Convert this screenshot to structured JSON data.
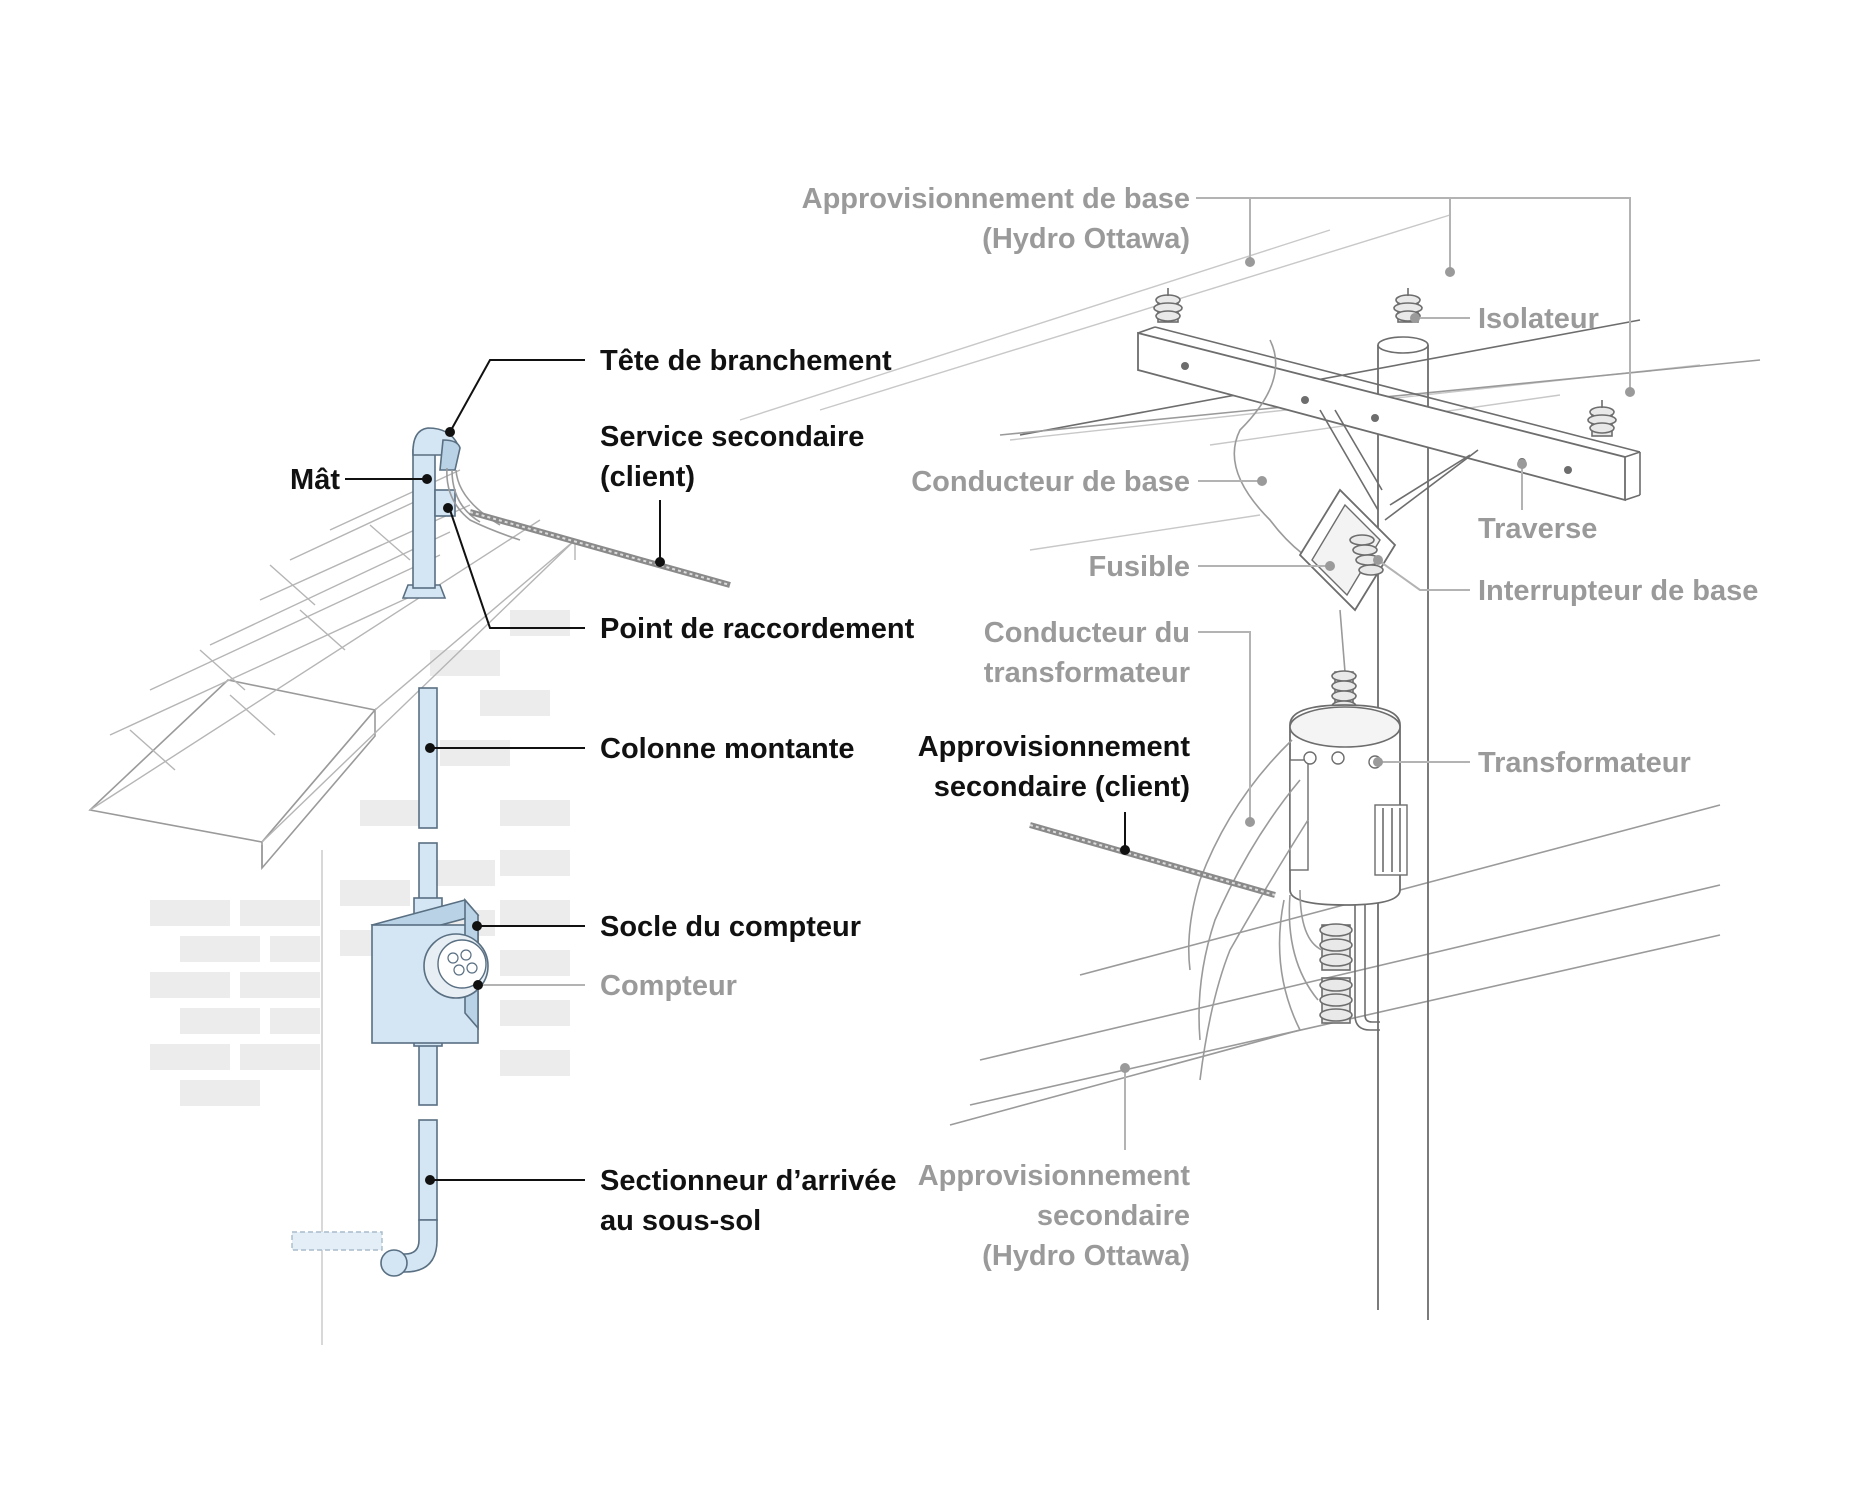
{
  "diagram": {
    "house_labels": {
      "service_head": "Tête de branchement",
      "service_secondary_line1": "Service secondaire",
      "service_secondary_line2": "(client)",
      "mast": "Mât",
      "connection_point": "Point de raccordement",
      "riser": "Colonne montante",
      "meter_base": "Socle du compteur",
      "meter": "Compteur",
      "disconnect_line1": "Sectionneur d’arrivée",
      "disconnect_line2": "au sous-sol"
    },
    "pole_labels": {
      "primary_supply_line1": "Approvisionnement de base",
      "primary_supply_line2": "(Hydro Ottawa)",
      "insulator": "Isolateur",
      "primary_conductor": "Conducteur de base",
      "crossarm": "Traverse",
      "fuse": "Fusible",
      "primary_switch": "Interrupteur de base",
      "transformer_conductor_line1": "Conducteur du",
      "transformer_conductor_line2": "transformateur",
      "secondary_supply_client_line1": "Approvisionnement",
      "secondary_supply_client_line2": "secondaire (client)",
      "transformer": "Transformateur",
      "secondary_supply_hydro_line1": "Approvisionnement",
      "secondary_supply_hydro_line2": "secondaire",
      "secondary_supply_hydro_line3": "(Hydro Ottawa)"
    },
    "colors": {
      "dark_label": "#111111",
      "grey_label": "#9a9a9a",
      "equipment_blue": "#d4e6f4"
    }
  }
}
